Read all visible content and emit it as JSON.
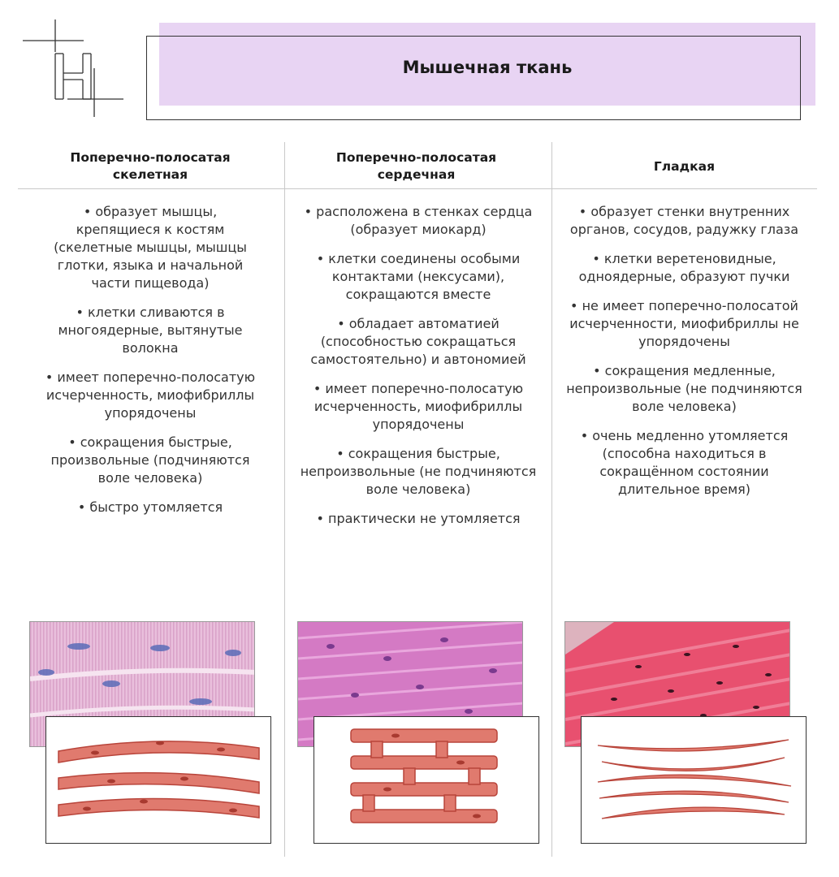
{
  "title": "Мышечная ткань",
  "columns": [
    {
      "heading": "Поперечно-полосатая скелетная",
      "items": [
        "• образует мышцы, крепящиеся к костям (скелетные мышцы, мышцы глотки, языка и начальной части пищевода)",
        "• клетки сливаются в многоядерные, вытянутые волокна",
        "• имеет поперечно-полосатую исчерченность, миофибриллы упорядочены",
        "• сокращения быстрые, произвольные (подчиняются воле человека)",
        "• быстро утомляется"
      ]
    },
    {
      "heading": "Поперечно-полосатая сердечная",
      "items": [
        "• расположена в стенках сердца (образует миокард)",
        "• клетки соединены особыми контактами (нексусами), сокращаются вместе",
        "• обладает автоматией (способностью сокращаться самостоятельно) и автономией",
        "• имеет поперечно-полосатую исчерченность, миофибриллы упорядочены",
        "• сокращения быстрые, непроизвольные (не подчиняются воле человека)",
        "• практически не утомляется"
      ]
    },
    {
      "heading": "Гладкая",
      "items": [
        "• образует стенки внутренних органов, сосудов, радужку глаза",
        "• клетки веретеновидные, одноядерные, образуют пучки",
        "• не имеет поперечно-полосатой исчерченности, миофибриллы не упорядочены",
        "• сокращения медленные, непроизвольные (не подчиняются воле человека)",
        "• очень медленно утомляется (способна находиться в сокращённом состоянии длительное время)"
      ]
    }
  ],
  "colors": {
    "title_bg": "#e8d4f3",
    "fiber_fill": "#e07a6e",
    "fiber_stroke": "#b8443a",
    "skeletal_photo": "#e9bfdc",
    "cardiac_photo": "#d47ac4",
    "smooth_photo": "#e8506f"
  }
}
